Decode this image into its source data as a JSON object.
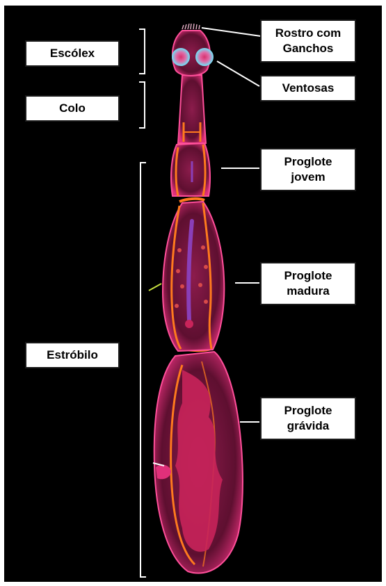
{
  "colors": {
    "background": "#000000",
    "body": "#7a1640",
    "segment_line": "#ff7a1e",
    "sucker": "#7fd0ea",
    "uterus": "#c8245a",
    "label_bg": "#ffffff"
  },
  "labels": {
    "scolex": "Escólex",
    "neck": "Colo",
    "strobila": "Estróbilo",
    "rostellum": "Rostro com\nGanchos",
    "suckers": "Ventosas",
    "young": "Proglote\njovem",
    "mature": "Proglote\nmadura",
    "gravid": "Proglote\ngrávida"
  }
}
